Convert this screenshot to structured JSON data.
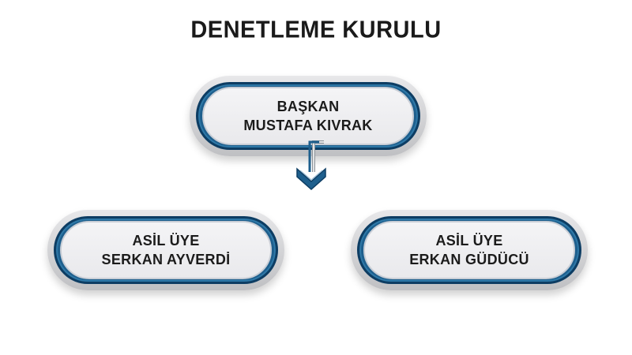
{
  "title": "DENETLEME KURULU",
  "nodes": {
    "top": {
      "role": "BAŞKAN",
      "name": "MUSTAFA KIVRAK"
    },
    "left": {
      "role": "ASİL ÜYE",
      "name": "SERKAN AYVERDİ"
    },
    "right": {
      "role": "ASİL ÜYE",
      "name": "ERKAN GÜDÜCÜ"
    }
  },
  "colors": {
    "ring_blue": "#1e5f8d",
    "ring_dark": "#0d3d63",
    "outer_gray": "#c9cacc",
    "inner_fill": "#f1f1f3",
    "text": "#1b1b1b"
  }
}
